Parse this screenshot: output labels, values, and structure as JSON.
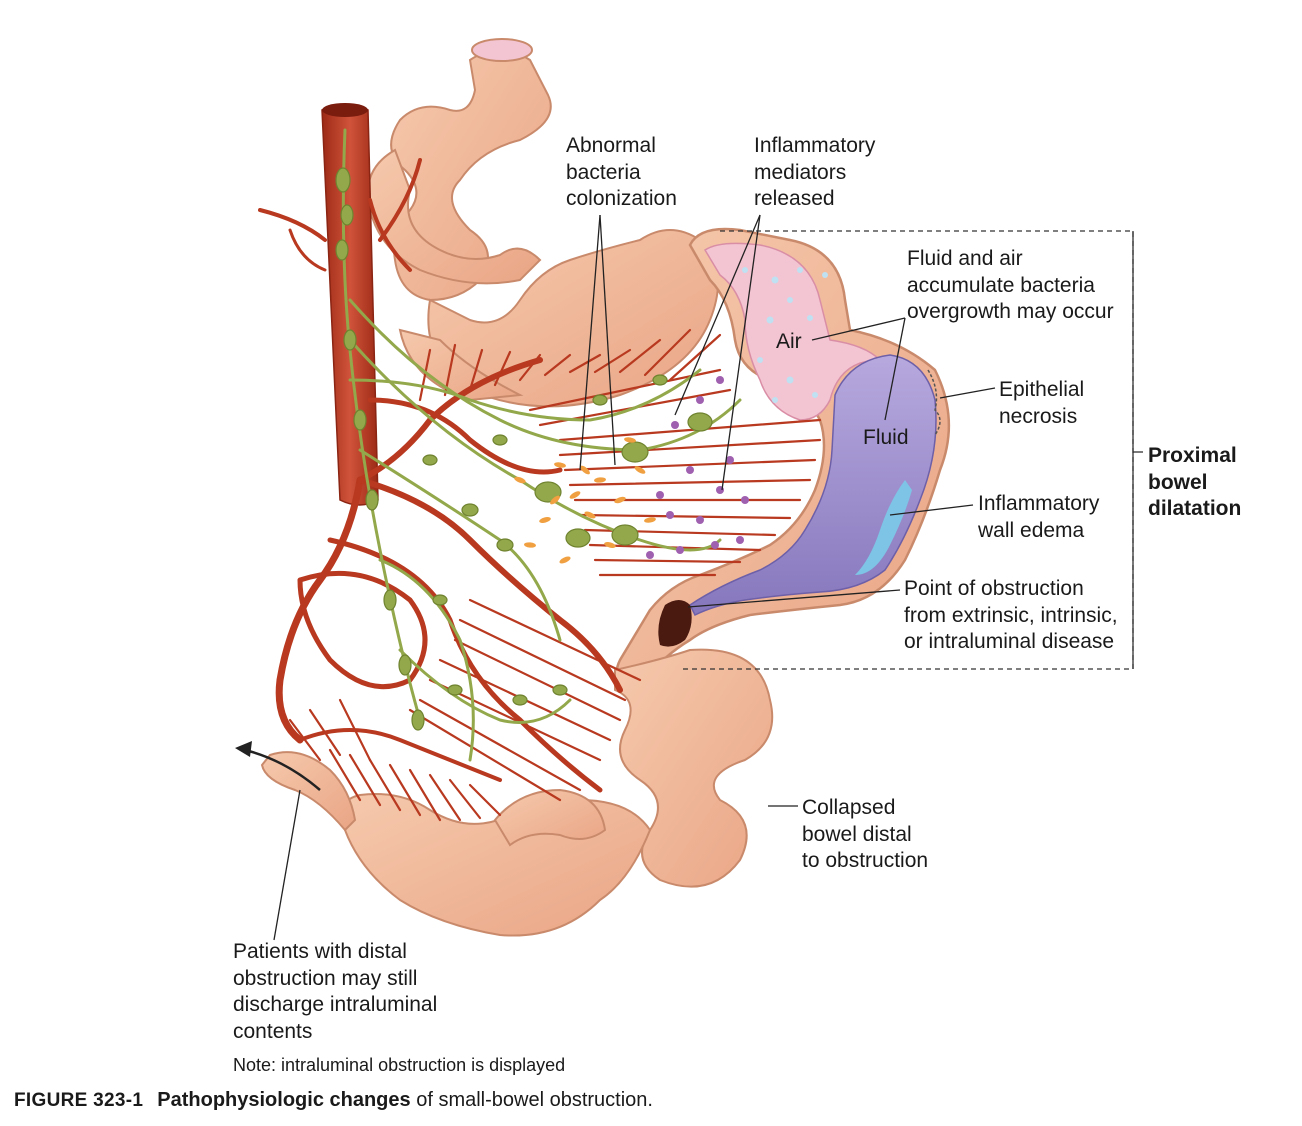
{
  "labels": {
    "bacteria": [
      "Abnormal",
      "bacteria",
      "colonization"
    ],
    "mediators": [
      "Inflammatory",
      "mediators",
      "released"
    ],
    "fluid_air": [
      "Fluid and air",
      "accumulate bacteria",
      "overgrowth may occur"
    ],
    "air": "Air",
    "fluid": "Fluid",
    "epithelial": [
      "Epithelial",
      "necrosis"
    ],
    "proximal": [
      "Proximal",
      "bowel",
      "dilatation"
    ],
    "edema": [
      "Inflammatory",
      "wall edema"
    ],
    "obstruction": [
      "Point of obstruction",
      "from extrinsic, intrinsic,",
      "or intraluminal disease"
    ],
    "collapsed": [
      "Collapsed",
      "bowel distal",
      "to obstruction"
    ],
    "patients": [
      "Patients with distal",
      "obstruction may still",
      "discharge intraluminal",
      "contents"
    ]
  },
  "note": "Note: intraluminal obstruction is displayed",
  "caption": {
    "figure": "FIGURE 323-1",
    "emphasis": "Pathophysiologic changes",
    "rest": "of small-bowel obstruction."
  },
  "colors": {
    "bowel": "#f0b898",
    "bowel_outline": "#c98a6c",
    "vessel": "#b8391f",
    "lymph": "#93a84a",
    "lumen_pink": "#f3c4d2",
    "fluid": "#9d8fcb",
    "edema": "#7ec4e6",
    "obstruction": "#4a1a10",
    "bacteria": "#f0a040",
    "mediator": "#a060b0"
  }
}
